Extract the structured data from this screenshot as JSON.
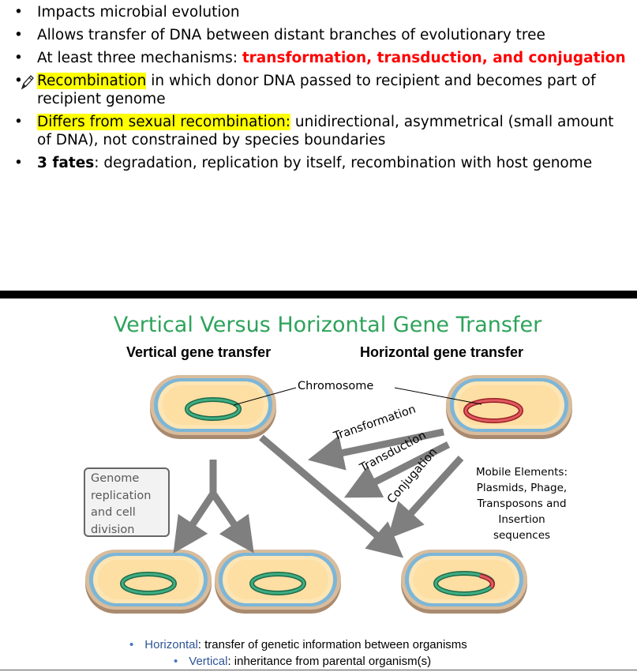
{
  "bullets": [
    {
      "id": "b1",
      "parts": [
        {
          "text": "Impacts microbial evolution",
          "style": "plain"
        }
      ]
    },
    {
      "id": "b2",
      "parts": [
        {
          "text": "Allows transfer of DNA between distant branches of evolutionary tree",
          "style": "plain"
        }
      ]
    },
    {
      "id": "b3",
      "parts": [
        {
          "text": "At least three mechanisms: ",
          "style": "plain"
        },
        {
          "text": "transformation, transduction, and conjugation",
          "style": "red-bold"
        }
      ]
    },
    {
      "id": "b4",
      "parts": [
        {
          "text": "Recombination",
          "style": "highlight"
        },
        {
          "text": " in which donor DNA passed to recipient and becomes part of recipient genome",
          "style": "plain"
        }
      ]
    },
    {
      "id": "b5",
      "parts": [
        {
          "text": "Differs from sexual recombination:",
          "style": "highlight"
        },
        {
          "text": " unidirectional, asymmetrical (small amount of DNA), not constrained by species boundaries",
          "style": "plain"
        }
      ]
    },
    {
      "id": "b6",
      "parts": [
        {
          "text": "3 fates",
          "style": "bold"
        },
        {
          "text": ": degradation, replication by itself, recombination with host genome",
          "style": "plain"
        }
      ]
    }
  ],
  "bullet_glyph": "•",
  "slide": {
    "title": "Vertical Versus Horizontal Gene Transfer",
    "vertical_heading": "Vertical gene transfer",
    "horizontal_heading": "Horizontal gene transfer",
    "chromosome_label": "Chromosome",
    "genome_box": [
      "Genome",
      "replication",
      "and cell",
      "division"
    ],
    "mechanisms": [
      "Transformation",
      "Transduction",
      "Conjugation"
    ],
    "mobile_elements": [
      "Mobile Elements:",
      "Plasmids, Phage,",
      "Transposons and",
      "Insertion",
      "sequences"
    ],
    "footnotes": [
      {
        "term": "Horizontal",
        "text": ": transfer of genetic information between organisms"
      },
      {
        "term": "Vertical",
        "text": ": inheritance from parental organism(s)"
      }
    ]
  },
  "colors": {
    "title_green": "#2ea35a",
    "highlight": "#ffff00",
    "mechanism_red": "#ff0000",
    "footnote_blue": "#2e5597",
    "chromosome_green": "#2e9a6a",
    "chromosome_red": "#d9363e",
    "arrow_gray": "#7f7f7f"
  }
}
